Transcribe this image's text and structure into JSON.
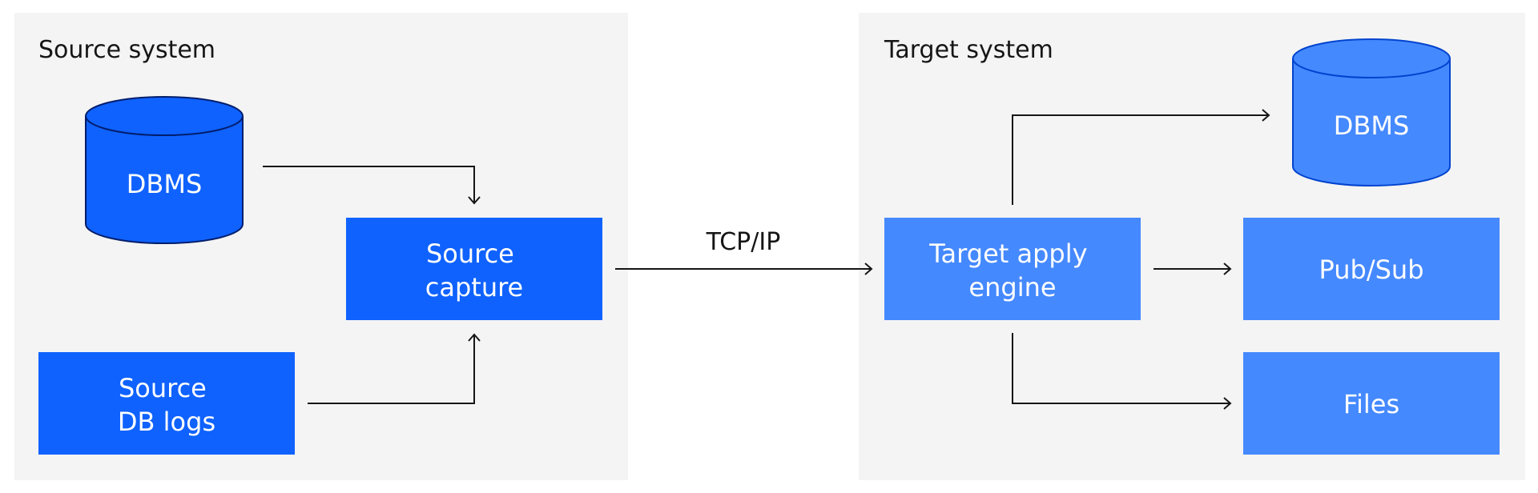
{
  "colors": {
    "panel_bg": "#f4f4f4",
    "primary_blue": "#0f62fe",
    "light_blue": "#4589ff",
    "line": "#161616",
    "label_text": "#ffffff"
  },
  "source_system": {
    "title": "Source system",
    "dbms": {
      "label": "DBMS"
    },
    "capture": {
      "line1": "Source",
      "line2": "capture"
    },
    "db_logs": {
      "line1": "Source",
      "line2": "DB logs"
    }
  },
  "transport": {
    "label": "TCP/IP"
  },
  "target_system": {
    "title": "Target system",
    "apply_engine": {
      "line1": "Target apply",
      "line2": "engine"
    },
    "dbms": {
      "label": "DBMS"
    },
    "pubsub": {
      "label": "Pub/Sub"
    },
    "files": {
      "label": "Files"
    }
  }
}
